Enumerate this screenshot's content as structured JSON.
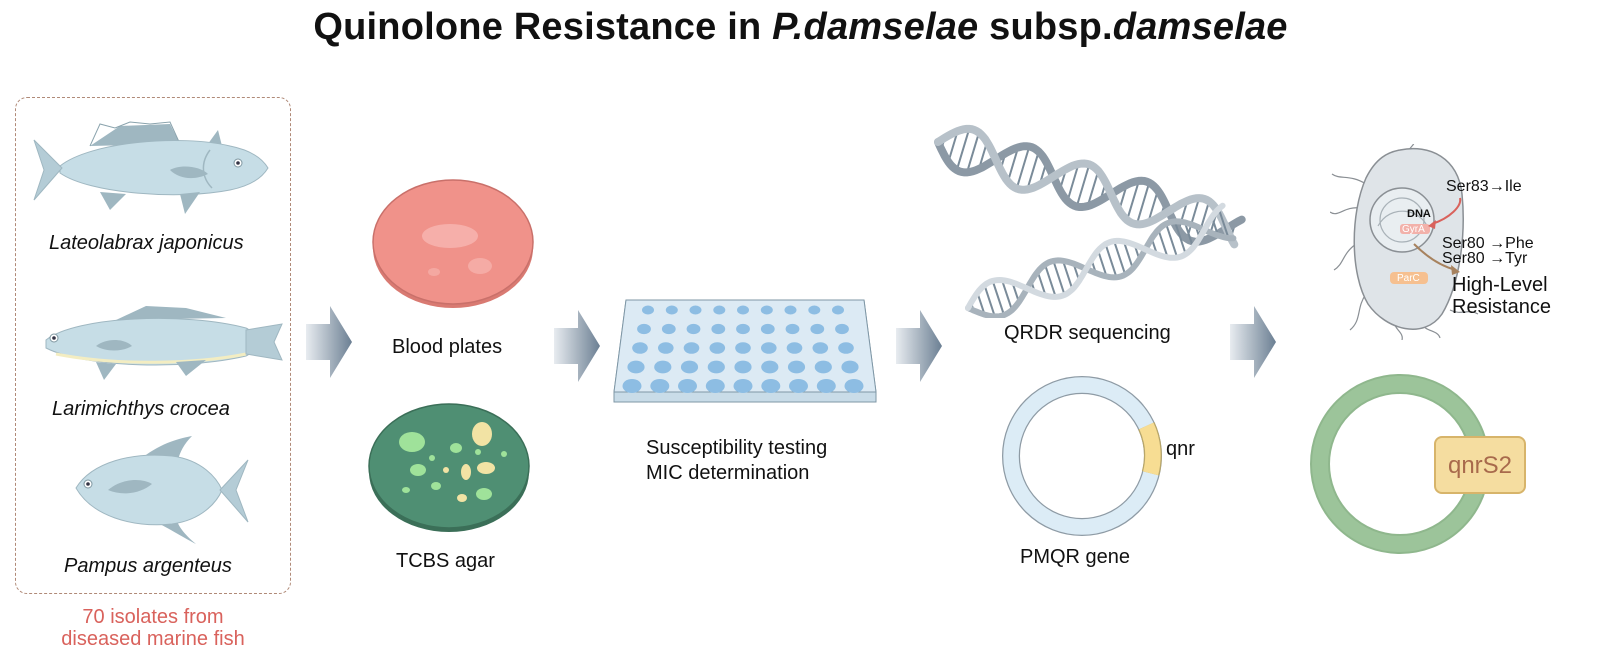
{
  "title": {
    "part1": "Quinolone Resistance in ",
    "part2_italic": "P.damselae",
    "part3": " subsp.",
    "part4_italic": "damselae"
  },
  "fish": [
    {
      "name": "Lateolabrax japonicus"
    },
    {
      "name": "Larimichthys crocea"
    },
    {
      "name": "Pampus argenteus"
    }
  ],
  "isolates_note": {
    "line1": "70 isolates from",
    "line2": "diseased marine fish"
  },
  "culture": {
    "blood_plates": "Blood plates",
    "tcbs_agar": "TCBS agar"
  },
  "testing": {
    "line1": "Susceptibility testing",
    "line2": "MIC determination"
  },
  "sequencing": {
    "qrdr": "QRDR sequencing",
    "pmqr": "PMQR gene",
    "qnr": "qnr"
  },
  "mechanism": {
    "dna": "DNA",
    "gyra": "GyrA",
    "parc": "ParC",
    "mut1": "Ser83→Ile",
    "mut2": "Ser80 →Phe",
    "mut3": "Ser80 →Tyr",
    "result_line1": "High-Level",
    "result_line2": "Resistance",
    "plasmid_gene": "qnrS2"
  },
  "colors": {
    "fish_body": "#c6dde6",
    "fish_fin": "#9fb7c1",
    "blood_plate": "#f0928a",
    "tcbs_plate": "#4f8f73",
    "well_plate": "#d9e9f3",
    "well": "#8dbde3",
    "arrow": "#6b7f93",
    "plasmid_ring": "#dcecf6",
    "qnr_segment": "#f7dd93",
    "plasmid_green": "#9cc49a",
    "qnrs2_box": "#f5dda0",
    "isolate_text": "#d9625c"
  }
}
